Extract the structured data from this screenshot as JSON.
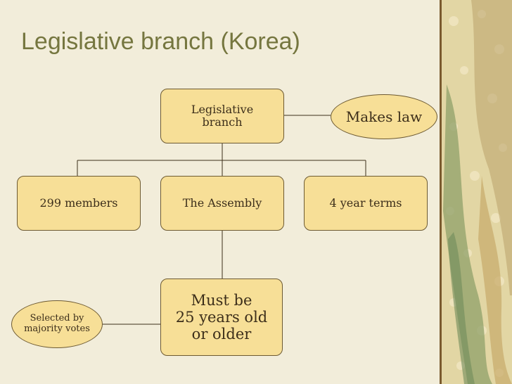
{
  "slide": {
    "title": "Legislative branch (Korea)"
  },
  "diagram": {
    "nodes": {
      "root": "Legislative\nbranch",
      "makes_law": "Makes law",
      "members": "299 members",
      "assembly": "The Assembly",
      "terms": "4 year terms",
      "age": "Must be\n25 years old\nor older",
      "selected": "Selected by\nmajority votes"
    }
  },
  "colors": {
    "background": "#f2edda",
    "node_fill": "#f7df97",
    "node_border": "#6d5a32",
    "title": "#75763f",
    "strip_base": "#e2d6a4"
  }
}
